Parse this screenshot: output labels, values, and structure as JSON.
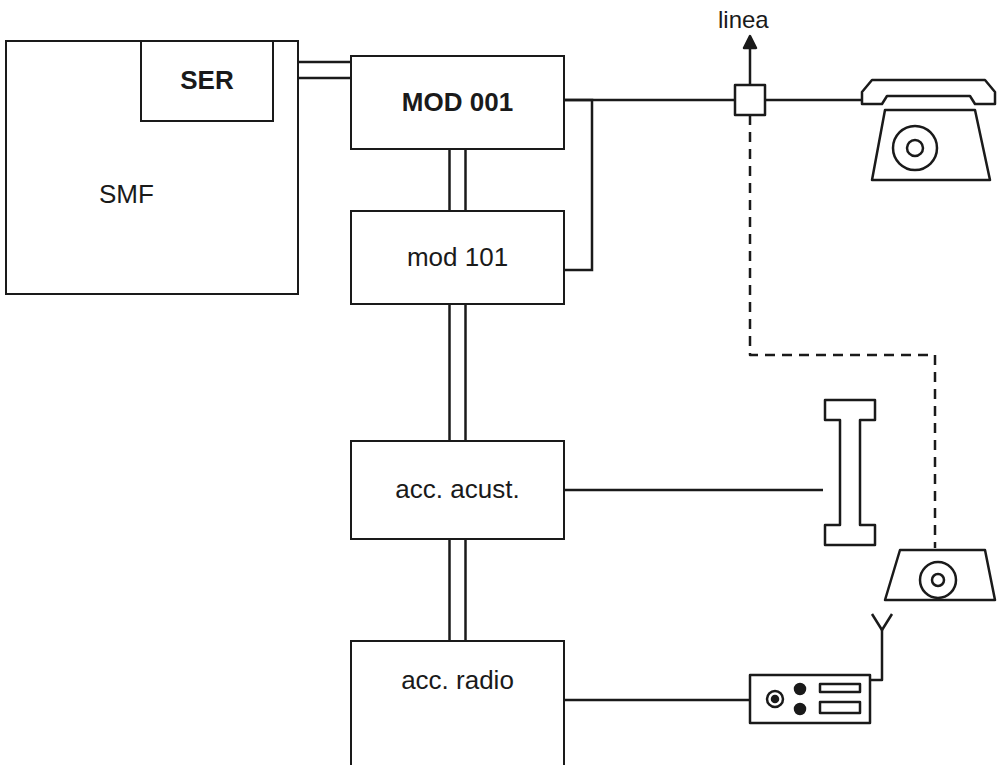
{
  "diagram": {
    "nodes": [
      {
        "text": [
          "SMF"
        ]
      },
      {
        "text": [
          "SER"
        ],
        "in": 0
      },
      {
        "text": [
          "MOD 001"
        ]
      },
      {
        "text": [
          "mod 101"
        ]
      },
      {
        "text": [
          "acc. acust."
        ]
      },
      {
        "text": [
          "acc. radio"
        ]
      }
    ],
    "edges": [
      {
        "from": 1,
        "to": 2,
        "arrow": "none"
      },
      {
        "from": 2,
        "to": 3,
        "arrow": "none"
      },
      {
        "from": 3,
        "to": 4,
        "arrow": "none"
      },
      {
        "from": 4,
        "to": 5,
        "arrow": "none"
      },
      {
        "from": 3,
        "to": 2,
        "arrow": "none"
      }
    ],
    "labels": [
      "linea"
    ]
  }
}
